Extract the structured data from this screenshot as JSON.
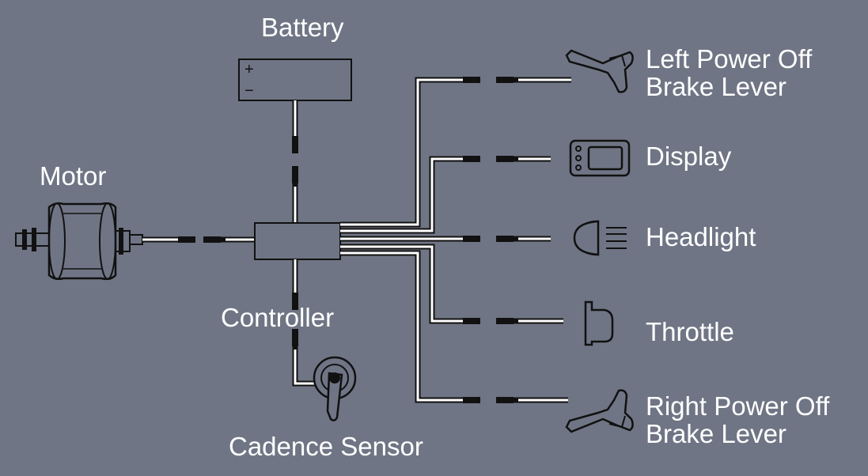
{
  "diagram": {
    "background": "#6f7584",
    "label_color": "#ffffff",
    "wire_color": "#111111",
    "wire_core_color": "#ffffff",
    "labels": {
      "battery": "Battery",
      "motor": "Motor",
      "controller": "Controller",
      "cadence_sensor": "Cadence Sensor",
      "left_brake_line1": "Left Power Off",
      "left_brake_line2": "Brake Lever",
      "display": "Display",
      "headlight": "Headlight",
      "throttle": "Throttle",
      "right_brake_line1": "Right Power Off",
      "right_brake_line2": "Brake Lever"
    },
    "battery_terminals": {
      "positive": "+",
      "negative": "−"
    },
    "icons": {
      "motor": "hub-motor-icon",
      "battery": "battery-icon",
      "controller": "controller-box-icon",
      "cadence_sensor": "crank-sensor-icon",
      "left_brake": "brake-lever-icon",
      "display": "lcd-display-icon",
      "headlight": "headlight-icon",
      "throttle": "thumb-throttle-icon",
      "right_brake": "brake-lever-icon"
    }
  }
}
